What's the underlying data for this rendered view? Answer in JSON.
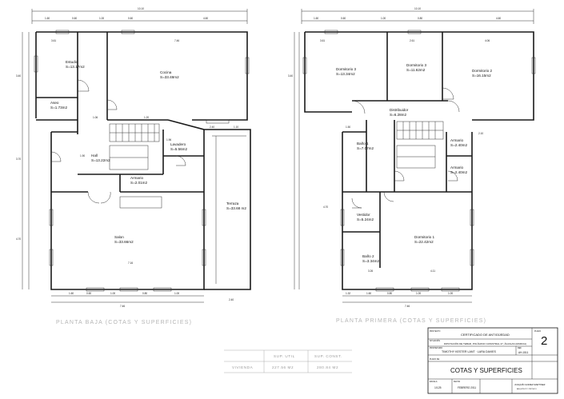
{
  "ground_floor": {
    "caption": "PLANTA BAJA (COTAS Y SUPERFICIES)",
    "overall_width": "10.10",
    "rooms": [
      {
        "name": "Estudio",
        "area": "S=13.17m2"
      },
      {
        "name": "Cocina",
        "area": "S=33.48m2"
      },
      {
        "name": "Aseo",
        "area": "S=1.73m2"
      },
      {
        "name": "Hall",
        "area": "S=13.22m2"
      },
      {
        "name": "Lavadero",
        "area": "S=5.56m2"
      },
      {
        "name": "Armario",
        "area": "S=2.01m2"
      },
      {
        "name": "Salon",
        "area": "S=33.66m2"
      },
      {
        "name": "Terraza",
        "area": "S=33.68 m2"
      }
    ]
  },
  "first_floor": {
    "caption": "PLANTA PRIMERA (COTAS Y SUPERFICIES)",
    "overall_width": "10.10",
    "rooms": [
      {
        "name": "Dormitorio 3",
        "area": "S=13.34m2"
      },
      {
        "name": "Dormitorio 3",
        "area": "S=11.62m2"
      },
      {
        "name": "Dormitorio 2",
        "area": "S=16.15m2"
      },
      {
        "name": "Distribuidor",
        "area": "S=6.28m2"
      },
      {
        "name": "Baño 1",
        "area": "S=7.07m2"
      },
      {
        "name": "Armario",
        "area": "S=2.40m2"
      },
      {
        "name": "Armario",
        "area": "S=2.40m2"
      },
      {
        "name": "Vestidor",
        "area": "S=5.24m2"
      },
      {
        "name": "Baño 2",
        "area": "S=3.34m2"
      },
      {
        "name": "Dormitorio 1",
        "area": "S=22.42m2"
      }
    ]
  },
  "area_table": {
    "col_util": "SUP. UTIL",
    "col_const": "SUP. CONST.",
    "row_label": "VIVIENDA",
    "util_value": "227.56 M2",
    "const_value": "280.84 M2"
  },
  "title_block": {
    "label_project": "PROYECTO",
    "project": "CERTIFICADO DE ANTIGÜEDAD",
    "label_location": "SITUACIÓN",
    "location": "DIPUTACIÓN DE TEBAR, POLÍGONO CATASTRAL 27, ÁGUILAS (MURCIA)",
    "label_client": "PROPIETARIO",
    "client": "TIMOTHY KESTER LANT · LARA DAVIES",
    "label_ref": "REF.",
    "ref": "AH-1511",
    "label_sheet": "PLANO",
    "sheet_number": "2",
    "label_title": "PLANO DE:",
    "plan_title": "COTAS Y SUPERFICIES",
    "label_scale": "ESCALA",
    "scale": "1/125",
    "label_date": "FECHA",
    "date": "FEBRERO 2011",
    "author": "JOAQUÍN GOMEZ MARTINEZ",
    "author_role": "ARQUITECTO TÉCNICO"
  }
}
